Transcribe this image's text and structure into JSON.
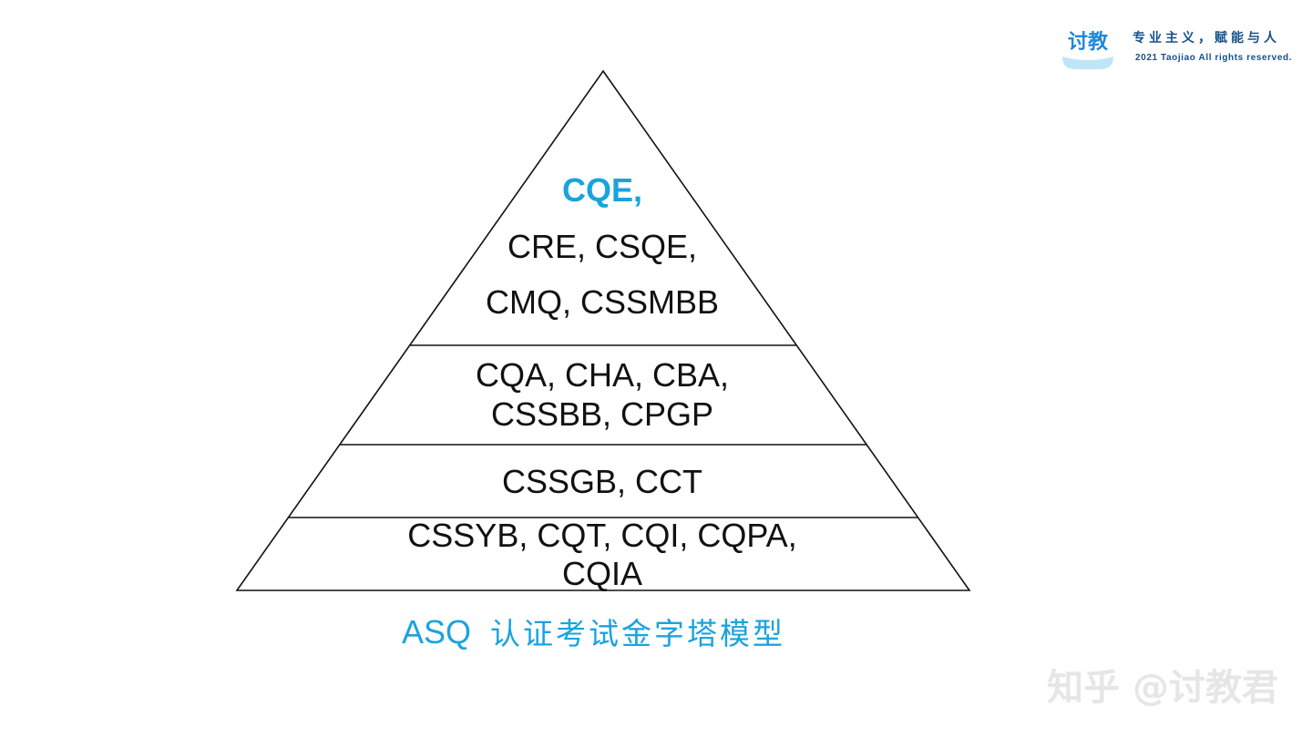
{
  "colors": {
    "accent": "#1aa3de",
    "text": "#111111",
    "line": "#111111",
    "watermark": "#e6e6e6",
    "logo_blue": "#1e88d8",
    "slogan": "#15508c"
  },
  "brand": {
    "logo_text": "讨教",
    "slogan": "专业主义，赋能与人",
    "copyright": "2021 Taojiao All rights reserved."
  },
  "pyramid": {
    "tiers": [
      {
        "lines": [
          {
            "text": "CQE,",
            "highlight": true
          },
          {
            "text": "CRE, CSQE,",
            "highlight": false
          },
          {
            "text": "CMQ, CSSMBB",
            "highlight": false
          }
        ]
      },
      {
        "lines": [
          {
            "text": "CQA, CHA, CBA,",
            "highlight": false
          },
          {
            "text": "CSSBB, CPGP",
            "highlight": false
          }
        ]
      },
      {
        "lines": [
          {
            "text": "CSSGB, CCT",
            "highlight": false
          }
        ]
      },
      {
        "lines": [
          {
            "text": "CSSYB, CQT, CQI, CQPA,",
            "highlight": false
          },
          {
            "text": "CQIA",
            "highlight": false
          }
        ]
      }
    ]
  },
  "caption": {
    "prefix": "ASQ",
    "text": "认证考试金字塔模型"
  },
  "watermark": {
    "text": "知乎 @讨教君"
  }
}
